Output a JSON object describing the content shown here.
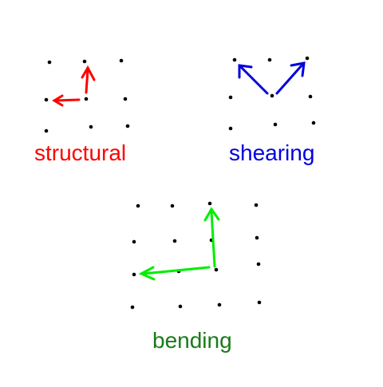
{
  "colors": {
    "background": "#ffffff",
    "dot": "#000000",
    "structural": "#ff0000",
    "shearing": "#0000dd",
    "bending_arrow": "#00ee00",
    "bending_label": "#1a7a1a"
  },
  "diagrams": {
    "structural": {
      "label": "structural"
    },
    "shearing": {
      "label": "shearing"
    },
    "bending": {
      "label": "bending"
    }
  }
}
